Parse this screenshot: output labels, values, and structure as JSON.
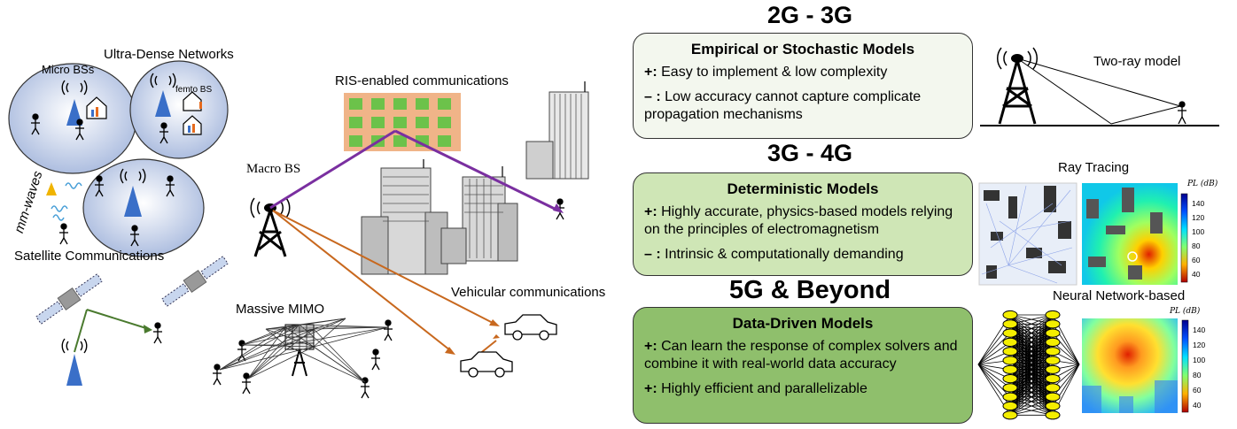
{
  "left": {
    "ultra_dense": "Ultra-Dense Networks",
    "micro_bss": "Micro BSs",
    "femto_bs": "femto BS",
    "mm_waves": "mm-waves",
    "satellite": "Satellite Communications",
    "macro_bs": "Macro BS",
    "ris": "RIS-enabled communications",
    "massive_mimo": "Massive MIMO",
    "vehicular": "Vehicular communications"
  },
  "eras": [
    {
      "title": "2G - 3G",
      "box_title": "Empirical or Stochastic Models",
      "rows": [
        {
          "prefix": "+:",
          "text": "Easy to implement & low complexity"
        },
        {
          "prefix": "– :",
          "text": "Low accuracy cannot capture complicate propagation mechanisms"
        }
      ],
      "figure_label": "Two-ray model",
      "box_color": "#f3f7ee"
    },
    {
      "title": "3G - 4G",
      "box_title": "Deterministic Models",
      "rows": [
        {
          "prefix": "+:",
          "text": "Highly accurate, physics-based models relying on the principles of electromagnetism"
        },
        {
          "prefix": "– :",
          "text": "Intrinsic & computationally demanding"
        }
      ],
      "figure_label": "Ray Tracing",
      "box_color": "#cfe6b6"
    },
    {
      "title": "5G & Beyond",
      "box_title": "Data-Driven Models",
      "rows": [
        {
          "prefix": "+:",
          "text": "Can learn the response of complex solvers and combine it with real-world data accuracy"
        },
        {
          "prefix": "+:",
          "text": "Highly efficient and parallelizable"
        }
      ],
      "figure_label": "Neural Network-based",
      "box_color": "#8fbf6c"
    }
  ],
  "colorbar": {
    "label": "PL (dB)",
    "ticks": [
      "140",
      "120",
      "100",
      "80",
      "60",
      "40"
    ]
  },
  "colors": {
    "ris_link": "#7a2fa0",
    "macro_link": "#c8681e",
    "satellite_link": "#4a7a2e",
    "bs_triangle": "#3a6fc8",
    "ris_element": "#6cc24a",
    "ris_frame": "#f0b488",
    "node": "#f4ee00"
  }
}
